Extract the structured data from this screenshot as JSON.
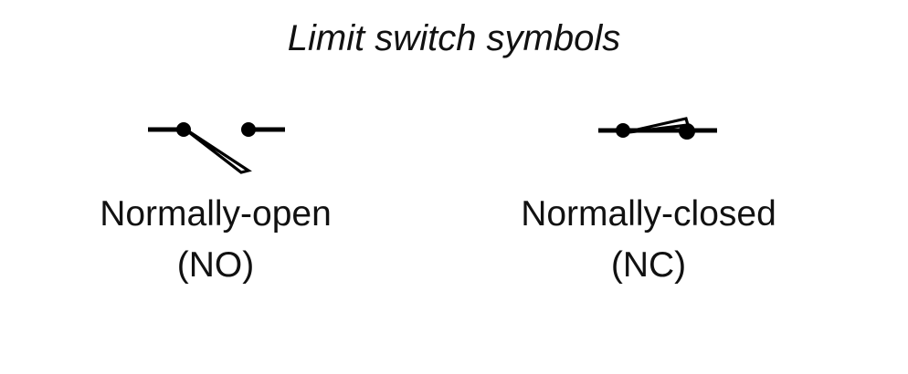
{
  "figure": {
    "title": "Limit switch symbols",
    "background_color": "#ffffff",
    "ink_color": "#000000",
    "symbols": [
      {
        "id": "normally-open",
        "name": "Normally-open",
        "abbreviation": "(NO)",
        "contact_state": "open",
        "terminals": 2,
        "lever_style": "hollow-wedge-down-right"
      },
      {
        "id": "normally-closed",
        "name": "Normally-closed",
        "abbreviation": "(NC)",
        "contact_state": "closed",
        "terminals": 2,
        "lever_style": "hollow-wedge-horizontal"
      }
    ]
  }
}
